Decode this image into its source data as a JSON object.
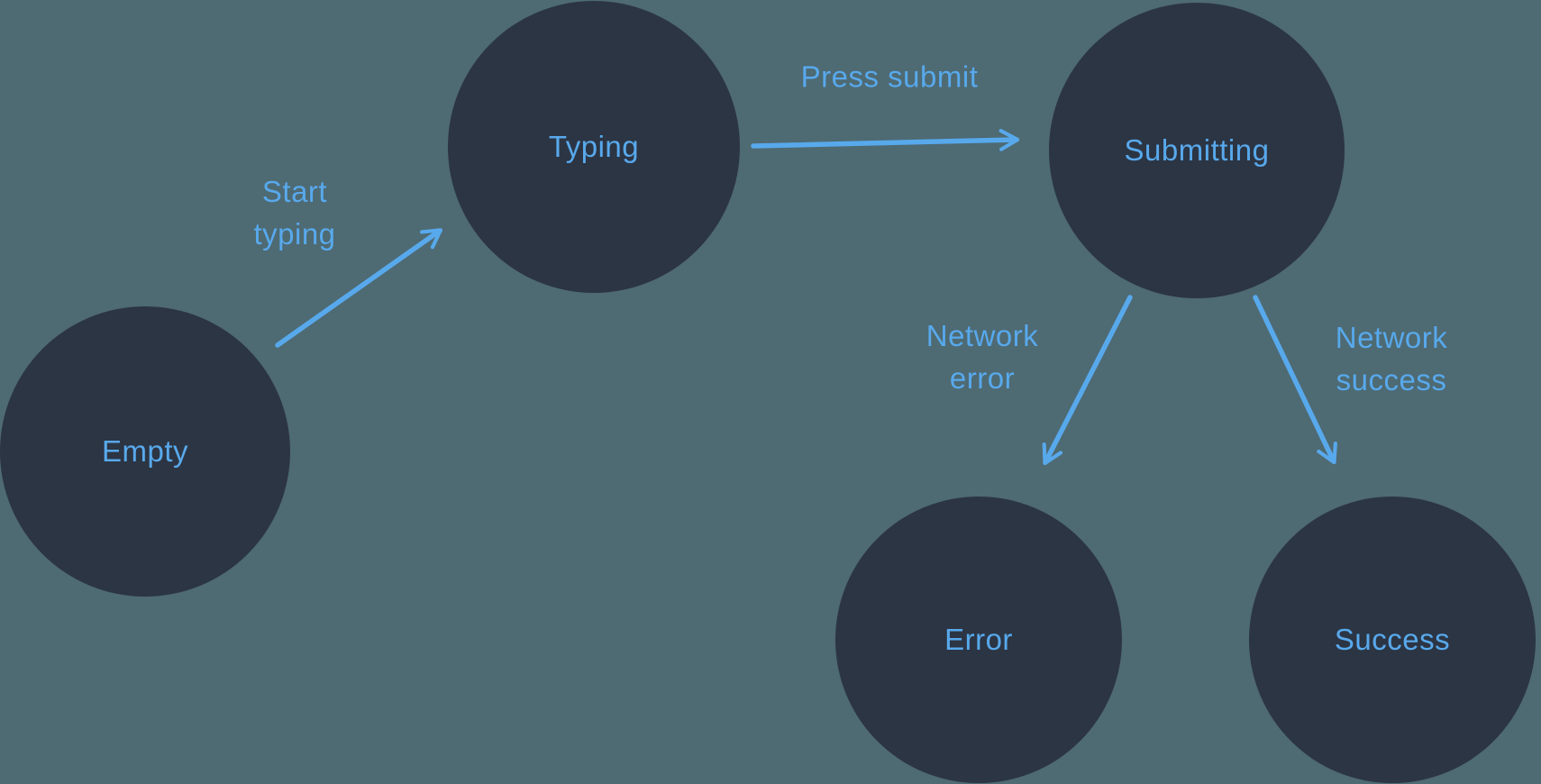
{
  "colors": {
    "background": "#4e6a73",
    "node_fill": "#2c3544",
    "accent": "#58a9ec"
  },
  "diagram": {
    "nodes": [
      {
        "id": "empty",
        "label": "Empty"
      },
      {
        "id": "typing",
        "label": "Typing"
      },
      {
        "id": "submitting",
        "label": "Submitting"
      },
      {
        "id": "error",
        "label": "Error"
      },
      {
        "id": "success",
        "label": "Success"
      }
    ],
    "edges": [
      {
        "id": "start-typing",
        "from": "empty",
        "to": "typing",
        "label": "Start typing"
      },
      {
        "id": "press-submit",
        "from": "typing",
        "to": "submitting",
        "label": "Press submit"
      },
      {
        "id": "network-error",
        "from": "submitting",
        "to": "error",
        "label": "Network error"
      },
      {
        "id": "network-success",
        "from": "submitting",
        "to": "success",
        "label": "Network success"
      }
    ]
  }
}
